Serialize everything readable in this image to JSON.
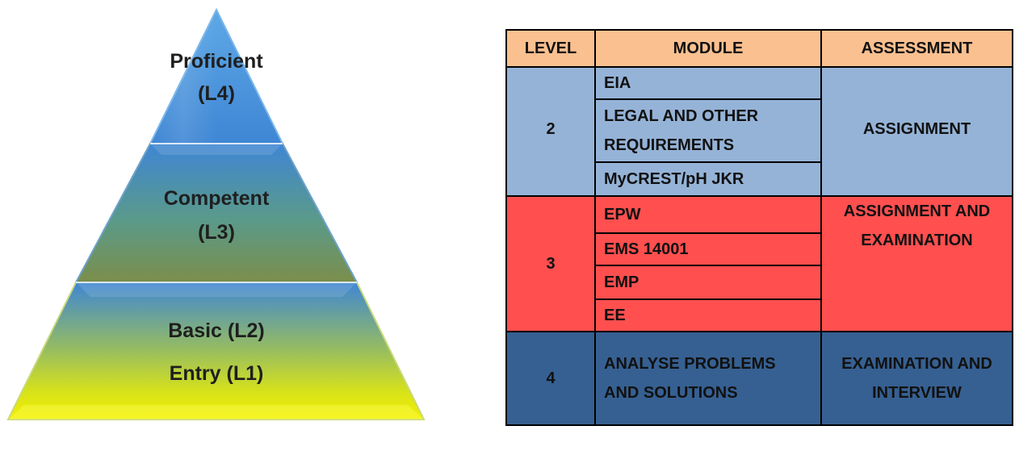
{
  "pyramid": {
    "tiers": [
      {
        "lines": [
          "Proficient",
          "(L4)"
        ]
      },
      {
        "lines": [
          "Competent",
          "(L3)"
        ]
      },
      {
        "lines": [
          "Basic (L2)",
          "Entry (L1)"
        ]
      }
    ]
  },
  "table": {
    "headers": [
      "LEVEL",
      "MODULE",
      "ASSESSMENT"
    ],
    "groups": [
      {
        "level": "2",
        "modules": [
          "EIA",
          "LEGAL AND OTHER REQUIREMENTS",
          "MyCREST/pH JKR"
        ],
        "assessment": "ASSIGNMENT",
        "color": "#95b3d7"
      },
      {
        "level": "3",
        "modules": [
          "EPW",
          "EMS 14001",
          "EMP",
          "EE"
        ],
        "assessment": "ASSIGNMENT AND EXAMINATION",
        "color": "#ff4f4f"
      },
      {
        "level": "4",
        "modules": [
          "ANALYSE PROBLEMS AND SOLUTIONS"
        ],
        "assessment": "EXAMINATION AND INTERVIEW",
        "color": "#366092"
      }
    ],
    "header_color": "#fac090"
  }
}
